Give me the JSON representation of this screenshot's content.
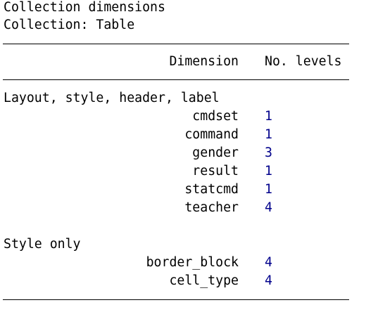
{
  "title": "Collection dimensions",
  "collection_line": "Collection: Table",
  "header": {
    "dimension": "Dimension",
    "levels": "No. levels"
  },
  "groups": [
    {
      "label": "Layout, style, header, label",
      "rows": [
        {
          "dimension": "cmdset",
          "levels": "1"
        },
        {
          "dimension": "command",
          "levels": "1"
        },
        {
          "dimension": "gender",
          "levels": "3"
        },
        {
          "dimension": "result",
          "levels": "1"
        },
        {
          "dimension": "statcmd",
          "levels": "1"
        },
        {
          "dimension": "teacher",
          "levels": "4"
        }
      ]
    },
    {
      "label": "Style only",
      "rows": [
        {
          "dimension": "border_block",
          "levels": "4"
        },
        {
          "dimension": "cell_type",
          "levels": "4"
        }
      ]
    }
  ],
  "colors": {
    "text": "#000000",
    "value": "#00008b",
    "background": "#ffffff"
  }
}
